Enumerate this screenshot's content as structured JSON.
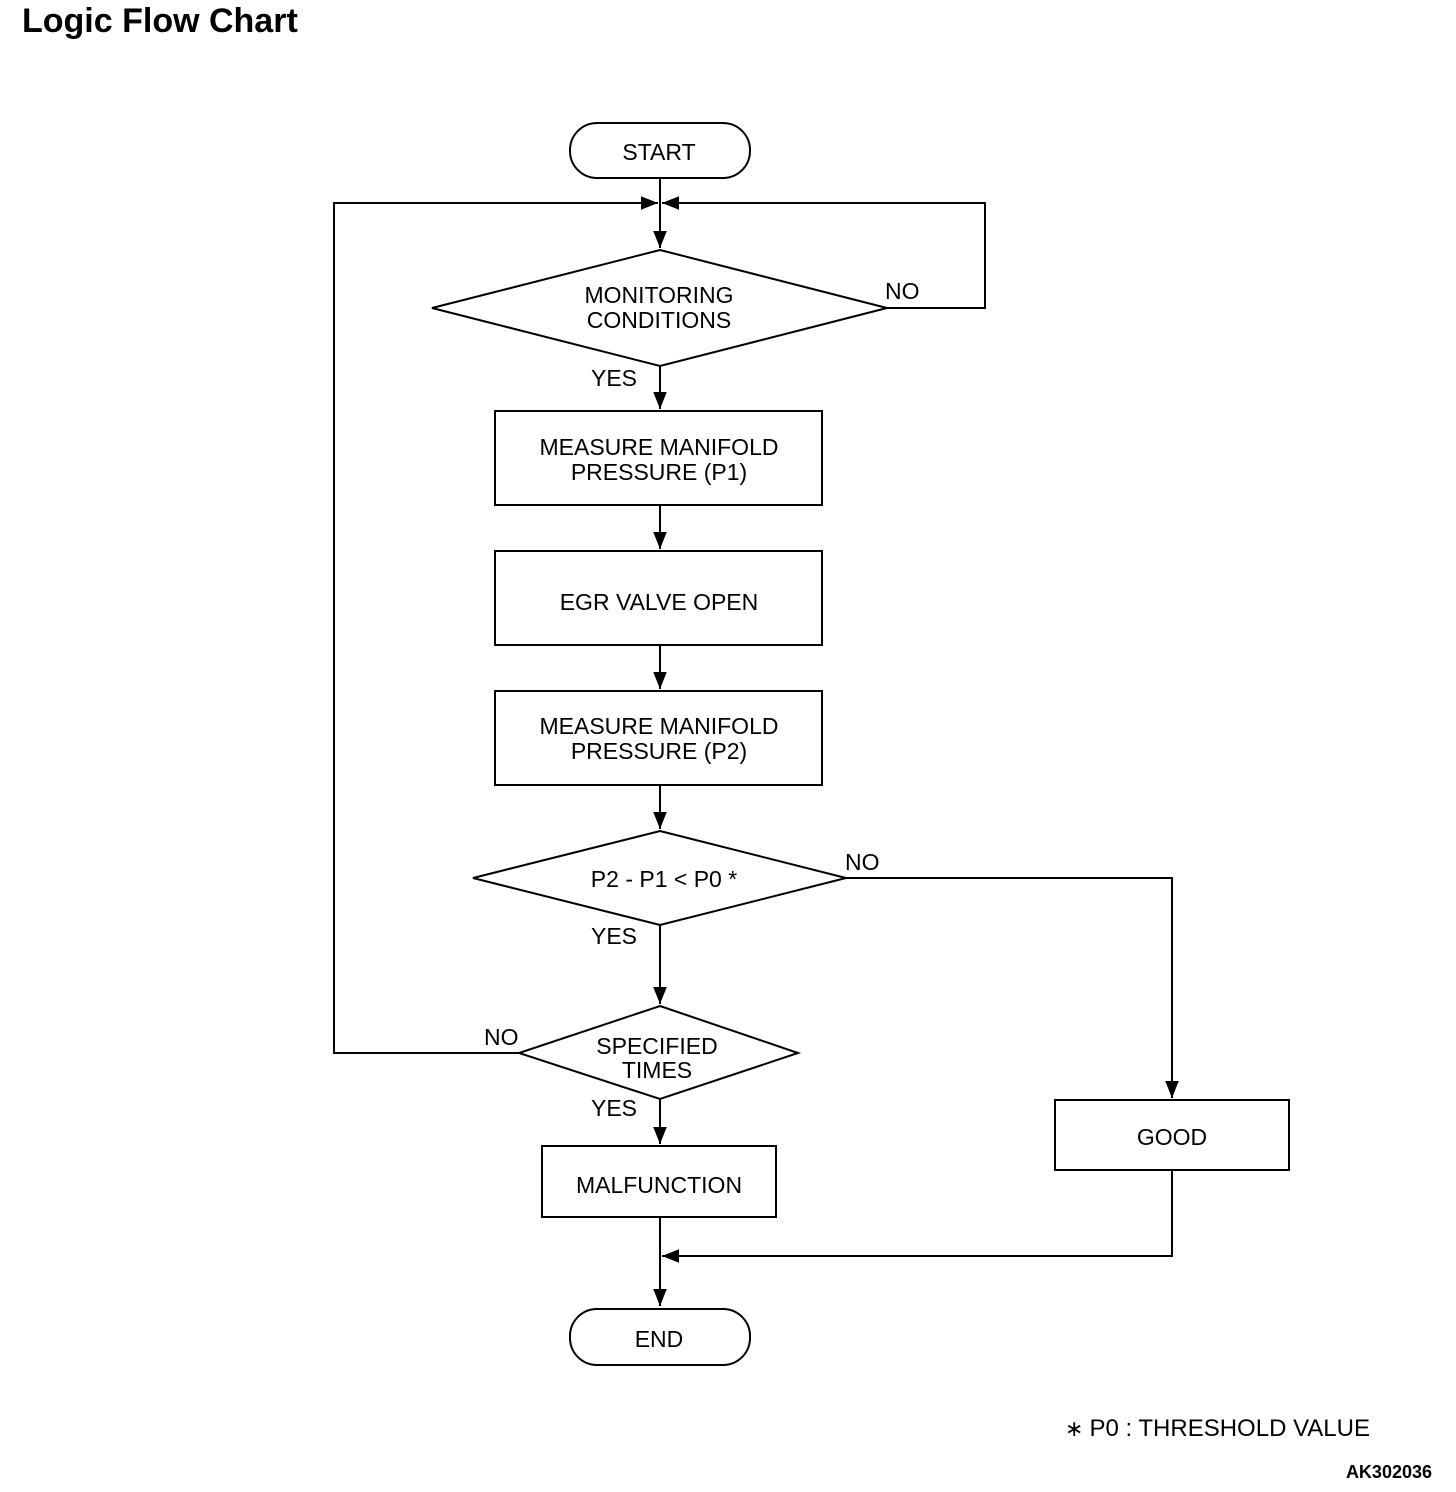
{
  "title": "Logic Flow Chart",
  "nodes": {
    "start": "START",
    "monitoring": [
      "MONITORING",
      "CONDITIONS"
    ],
    "measure_p1": [
      "MEASURE MANIFOLD",
      "PRESSURE (P1)"
    ],
    "egr_open": "EGR VALVE OPEN",
    "measure_p2": [
      "MEASURE MANIFOLD",
      "PRESSURE (P2)"
    ],
    "compare": "P2 - P1 < P0 *",
    "specified": [
      "SPECIFIED",
      "TIMES"
    ],
    "malfunction": "MALFUNCTION",
    "good": "GOOD",
    "end": "END"
  },
  "edge_labels": {
    "monitoring_no": "NO",
    "monitoring_yes": "YES",
    "compare_no": "NO",
    "compare_yes": "YES",
    "specified_no": "NO",
    "specified_yes": "YES"
  },
  "footnote": {
    "symbol": "∗",
    "text": "P0 : THRESHOLD VALUE"
  },
  "figure_code": "AK302036"
}
